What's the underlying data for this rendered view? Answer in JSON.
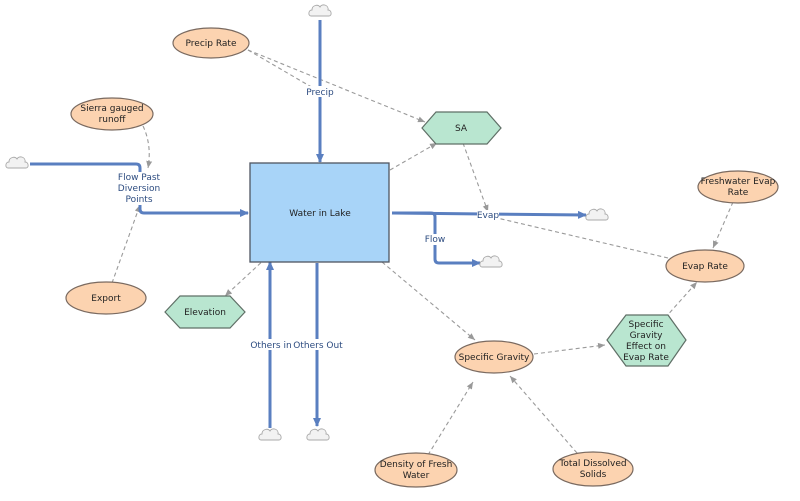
{
  "stock": {
    "label": "Water in Lake"
  },
  "converters": {
    "precip_rate": "Precip Rate",
    "sierra": [
      "Sierra gauged",
      "runoff"
    ],
    "export": "Export",
    "freshwater_evap_rate": [
      "Freshwater Evap",
      "Rate"
    ],
    "evap_rate": "Evap Rate",
    "specific_gravity": "Specific Gravity",
    "density_fresh_water": [
      "Density of Fresh",
      "Water"
    ],
    "total_dissolved_solids": [
      "Total Dissolved",
      "Solids"
    ]
  },
  "hexagons": {
    "sa": "SA",
    "elevation": "Elevation",
    "sg_effect": [
      "Specific",
      "Gravity",
      "Effect on",
      "Evap Rate"
    ]
  },
  "flows": {
    "precip": "Precip",
    "flow_past": [
      "Flow Past",
      "Diversion",
      "Points"
    ],
    "evap": "Evap",
    "flow": "Flow",
    "others_in": "Others in",
    "others_out": "Others Out"
  }
}
